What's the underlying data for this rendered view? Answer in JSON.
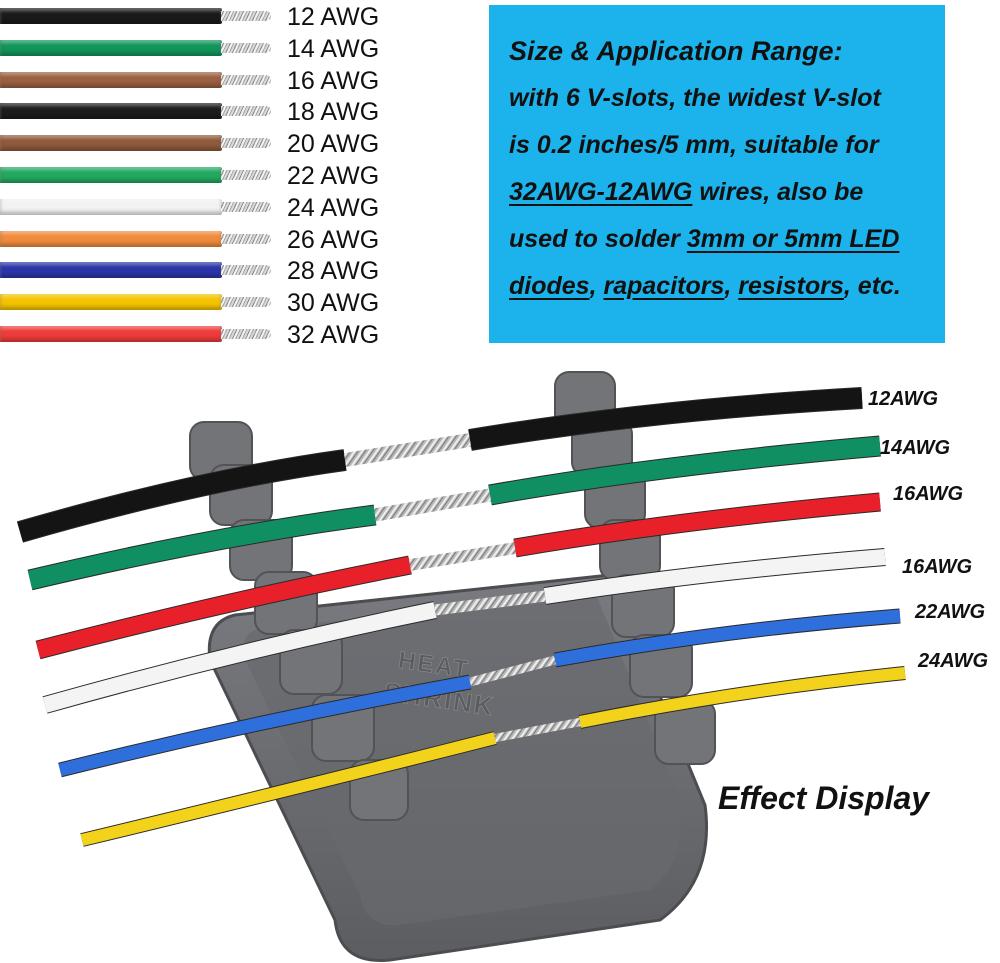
{
  "gauge_chart": {
    "rows": [
      {
        "label": "12 AWG",
        "color": "#1a1a1a",
        "print": ""
      },
      {
        "label": "14 AWG",
        "color": "#12955a",
        "print": ""
      },
      {
        "label": "16 AWG",
        "color": "#9a6040",
        "print": ""
      },
      {
        "label": "18 AWG",
        "color": "#1c1c1c",
        "print": ""
      },
      {
        "label": "20 AWG",
        "color": "#8f5a3c",
        "print": ""
      },
      {
        "label": "22 AWG",
        "color": "#22a860",
        "print": ""
      },
      {
        "label": "24 AWG",
        "color": "#f2f2f2",
        "print": ""
      },
      {
        "label": "26 AWG",
        "color": "#f08a3c",
        "print": ""
      },
      {
        "label": "28 AWG",
        "color": "#2b35a8",
        "print": ""
      },
      {
        "label": "30 AWG",
        "color": "#f5c400",
        "print": ""
      },
      {
        "label": "32 AWG",
        "color": "#ee3b3b",
        "print": ""
      }
    ]
  },
  "info_panel": {
    "title": "Size & Application Range:",
    "line1": "with 6 V-slots, the widest V-slot",
    "line2": "is 0.2 inches/5 mm, suitable for",
    "range_link": "32AWG-12AWG",
    "line3_rest": " wires, also be",
    "line4_pre": "used to solder ",
    "led_link": "3mm or 5mm LED",
    "diodes_link": "diodes",
    "sep1": ", ",
    "rapacitors_link": "rapacitors",
    "sep2": ", ",
    "resistors_link": "resistors",
    "tail": ", etc.",
    "bg_color": "#1cb3ec"
  },
  "photo": {
    "labels": [
      "12AWG",
      "14AWG",
      "16AWG",
      "16AWG",
      "22AWG",
      "24AWG"
    ],
    "wire_colors": [
      "#141414",
      "#0f8f62",
      "#e8202a",
      "#f4f4f4",
      "#2f6fdc",
      "#f2d21a"
    ],
    "holder_text_1": "HEAT",
    "holder_text_2": "SHRINK",
    "caption": "Effect Display",
    "holder_color": "#6d6e72"
  }
}
